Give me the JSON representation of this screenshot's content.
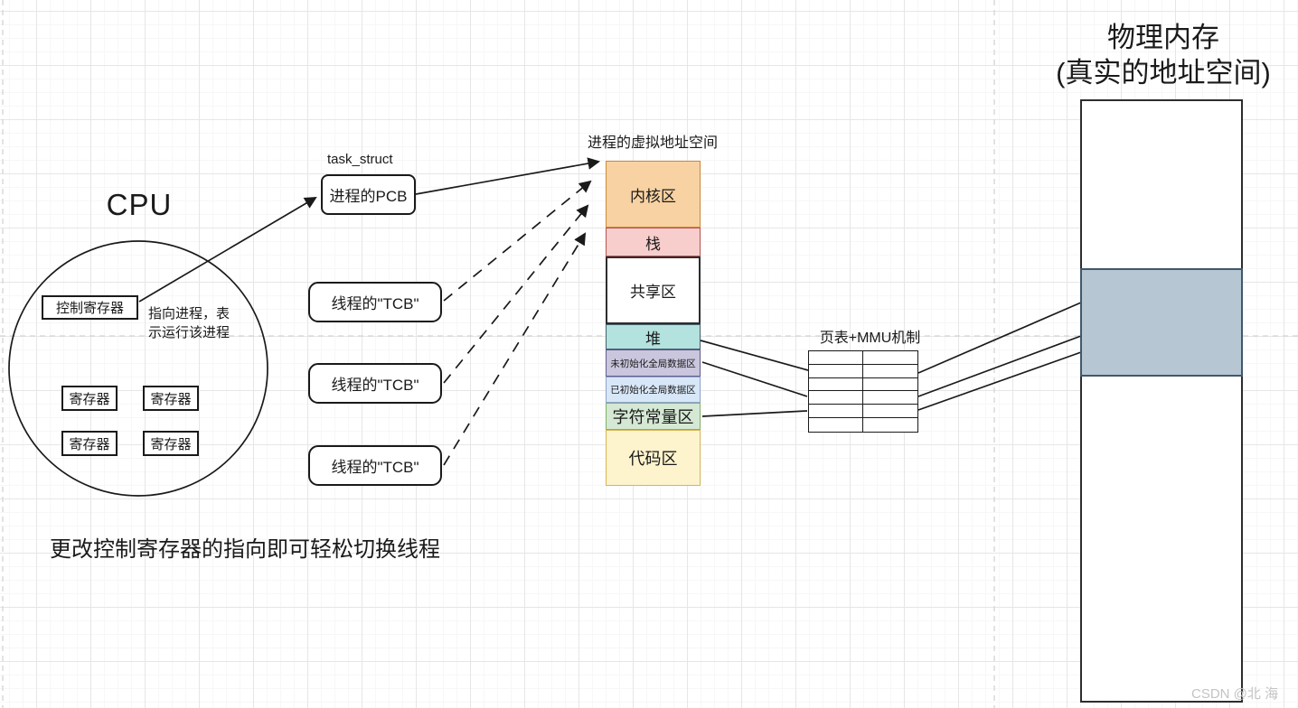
{
  "cpu": {
    "label": "CPU",
    "control_register_label": "控制寄存器",
    "pointer_note_line1": "指向进程，表",
    "pointer_note_line2": "示运行该进程",
    "registers": [
      "寄存器",
      "寄存器",
      "寄存器",
      "寄存器"
    ]
  },
  "task_struct": {
    "label": "task_struct",
    "pcb_label": "进程的PCB",
    "tcb_labels": [
      "线程的\"TCB\"",
      "线程的\"TCB\"",
      "线程的\"TCB\""
    ]
  },
  "virtual_address_space": {
    "title": "进程的虚拟地址空间",
    "segments": [
      {
        "label": "内核区",
        "fill": "#f8d2a2",
        "border": "#cd8a35"
      },
      {
        "label": "栈",
        "fill": "#f8cecc",
        "border": "#b85450"
      },
      {
        "label": "共享区",
        "fill": "#ffffff",
        "border": "#2d2d2d"
      },
      {
        "label": "堆",
        "fill": "#b4e2de",
        "border": "#44626c"
      },
      {
        "label": "未初始化全局数据区",
        "fill": "#c9c6dd",
        "border": "#625d8c"
      },
      {
        "label": "已初始化全局数据区",
        "fill": "#d8e7f8",
        "border": "#8fa3cd"
      },
      {
        "label": "字符常量区",
        "fill": "#d5e8d4",
        "border": "#82b366"
      },
      {
        "label": "代码区",
        "fill": "#fdf3cd",
        "border": "#d6b656"
      }
    ]
  },
  "page_table": {
    "label": "页表+MMU机制"
  },
  "physical_memory": {
    "title_line1": "物理内存",
    "title_line2": "(真实的地址空间)",
    "mapped_block_fill": "#b6c7d3",
    "mapped_block_border": "#41586b"
  },
  "bottom_note": "更改控制寄存器的指向即可轻松切换线程",
  "watermark": "CSDN @北 海"
}
